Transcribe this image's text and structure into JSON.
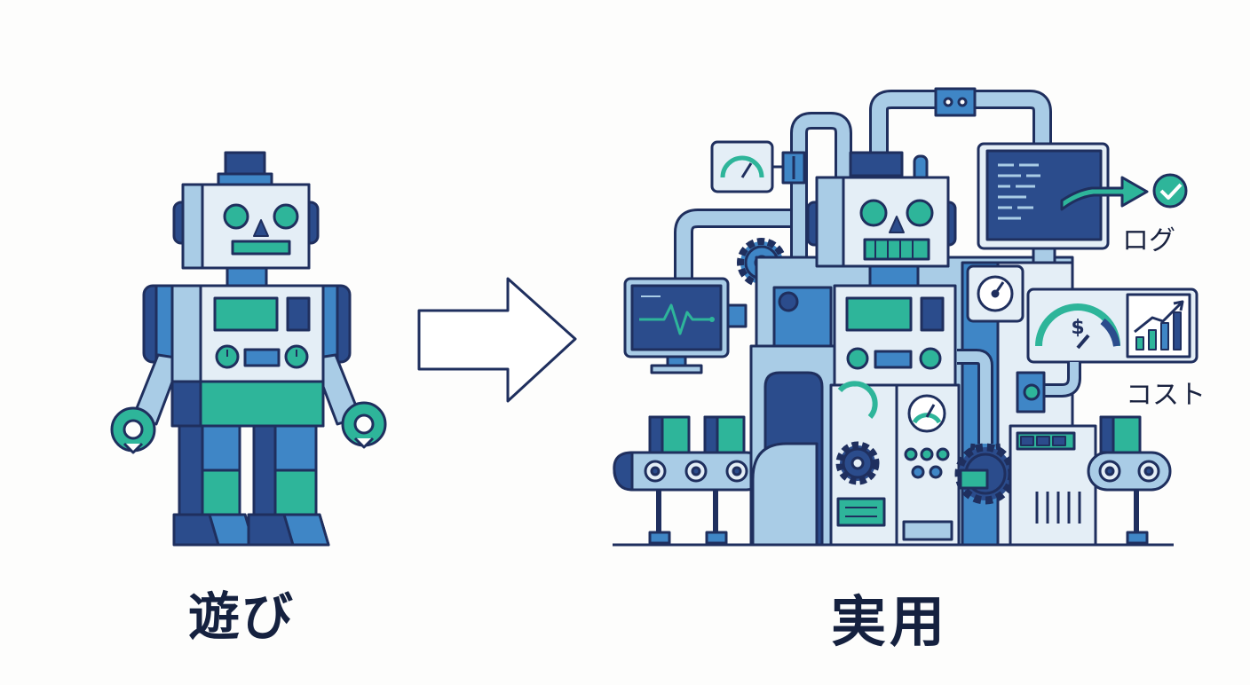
{
  "diagram": {
    "left_caption": "遊び",
    "right_caption": "実用",
    "log_label": "ログ",
    "cost_label": "コスト",
    "cost_symbol": "$",
    "icons": [
      "toy-robot",
      "transition-arrow",
      "industrial-machine",
      "code-monitor",
      "check-icon",
      "cost-gauge",
      "growth-chart-icon",
      "heartbeat-monitor",
      "conveyor-belt",
      "gear-icon"
    ]
  },
  "colors": {
    "outline": "#1f2f5e",
    "navy": "#2b4c8c",
    "blue": "#3f86c6",
    "light_blue": "#a9cce6",
    "pale": "#e4eef6",
    "teal": "#2eb59a",
    "text": "#15213f"
  }
}
